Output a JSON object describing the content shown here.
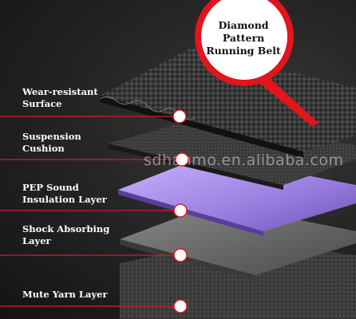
{
  "badge": {
    "line1": "Diamond",
    "line2": "Pattern",
    "line3": "Running Belt"
  },
  "layers": [
    {
      "line1": "Wear-resistant",
      "line2": "Surface"
    },
    {
      "line1": "Suspension",
      "line2": "Cushion"
    },
    {
      "line1": "PEP Sound",
      "line2": "Insulation Layer"
    },
    {
      "line1": "Shock Absorbing",
      "line2": "Layer"
    },
    {
      "line1": "Mute Yarn Layer",
      "line2": ""
    }
  ],
  "watermark": "sdhanmo.en.alibaba.com",
  "colors": {
    "accent_red": "#e2141c",
    "purple_layer": "#a98ee8",
    "connector_line": "#d81c24"
  }
}
